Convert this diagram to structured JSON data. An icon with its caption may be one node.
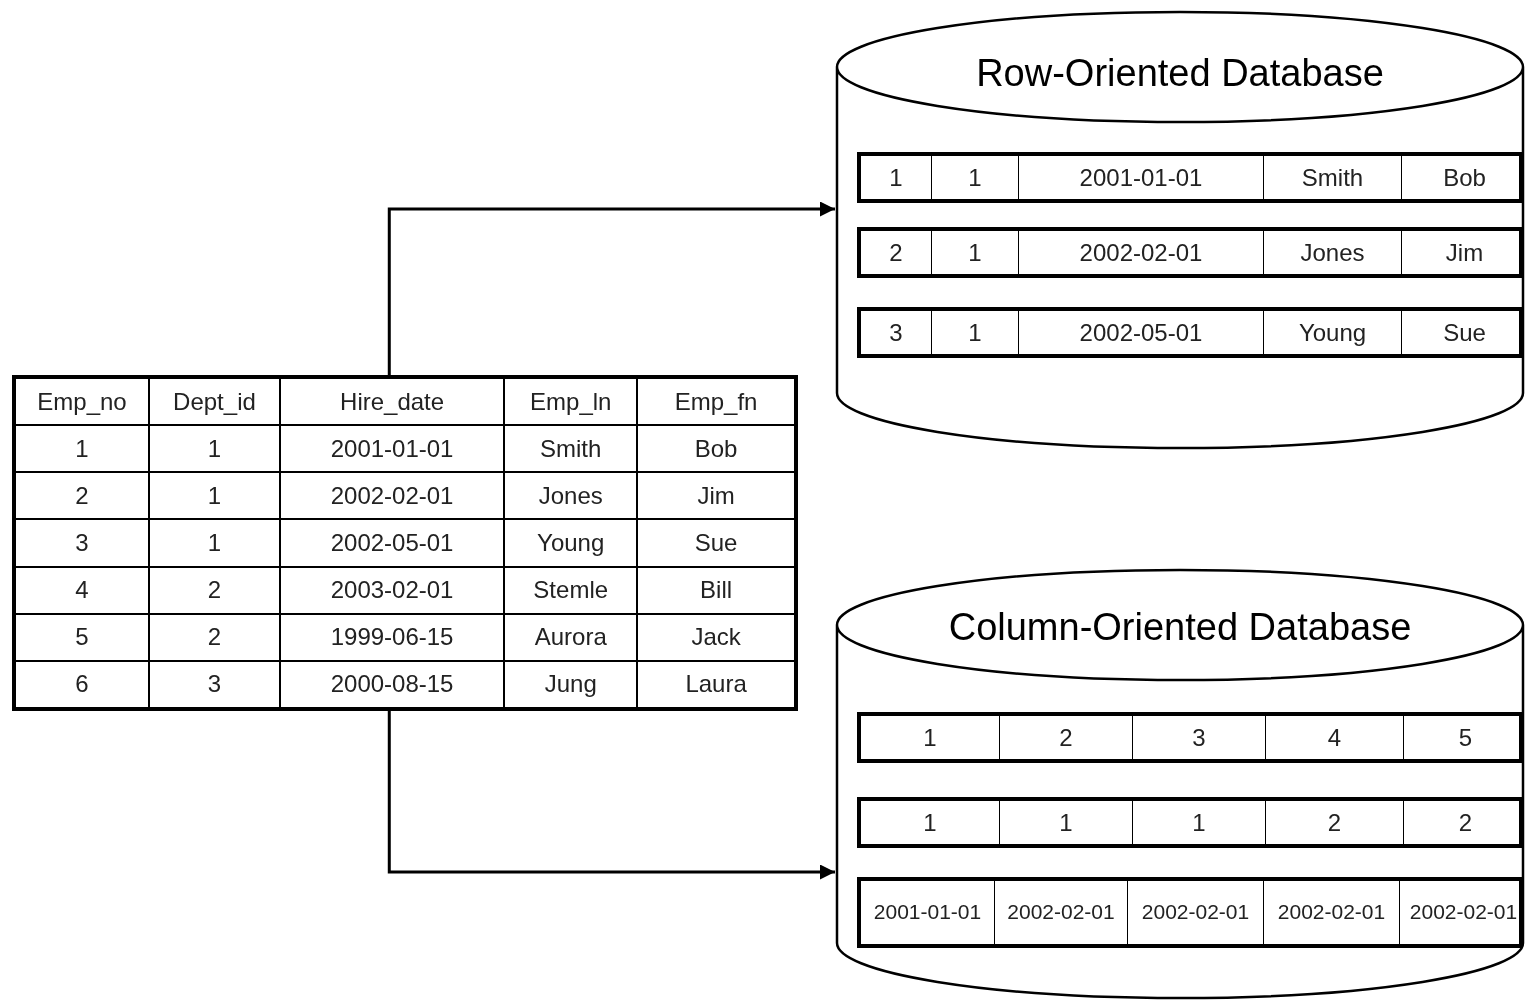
{
  "diagram": {
    "nodes": [
      {
        "text": [
          "Emp_no",
          "Dept_id",
          "Hire_date",
          "Emp_ln",
          "Emp_fn",
          "1",
          "1",
          "2001-01-01",
          "Smith",
          "Bob",
          "2",
          "1",
          "2002-02-01",
          "Jones",
          "Jim",
          "3",
          "1",
          "2002-05-01",
          "Young",
          "Sue",
          "4",
          "2",
          "2003-02-01",
          "Stemle",
          "Bill",
          "5",
          "2",
          "1999-06-15",
          "Aurora",
          "Jack",
          "6",
          "3",
          "2000-08-15",
          "Jung",
          "Laura"
        ]
      },
      {
        "text": [
          "Row-Oriented Database"
        ]
      },
      {
        "text": [
          "1",
          "1",
          "2001-01-01",
          "Smith",
          "Bob"
        ],
        "in": 1
      },
      {
        "text": [
          "2",
          "1",
          "2002-02-01",
          "Jones",
          "Jim"
        ],
        "in": 1
      },
      {
        "text": [
          "3",
          "1",
          "2002-05-01",
          "Young",
          "Sue"
        ],
        "in": 1
      },
      {
        "text": [
          "Column-Oriented Database"
        ]
      },
      {
        "text": [
          "1",
          "2",
          "3",
          "4",
          "5"
        ],
        "in": 5
      },
      {
        "text": [
          "1",
          "1",
          "1",
          "2",
          "2"
        ],
        "in": 5
      },
      {
        "text": [
          "2001-01-01",
          "2002-02-01",
          "2002-02-01",
          "2002-02-01",
          "2002-02-01"
        ],
        "in": 5
      }
    ],
    "edges": [
      {
        "from": 0,
        "to": 1,
        "arrow": "to"
      },
      {
        "from": 0,
        "to": 5,
        "arrow": "to"
      }
    ]
  }
}
